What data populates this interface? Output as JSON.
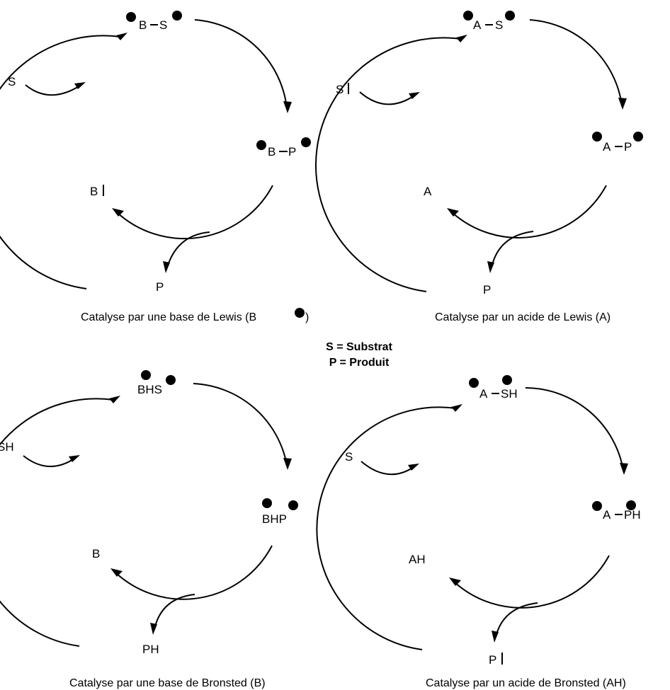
{
  "legend": {
    "substrate": "S = Substrat",
    "product": "P = Produit"
  },
  "cycles": {
    "lewis_base": {
      "complex_top": [
        "B",
        "S"
      ],
      "complex_right": [
        "B",
        "P"
      ],
      "catalyst": "B",
      "substrate": "S",
      "product": "P",
      "caption": "Catalyse par une base de Lewis (B",
      "caption_end": ")"
    },
    "lewis_acid": {
      "complex_top": [
        "A",
        "S"
      ],
      "complex_right": [
        "A",
        "P"
      ],
      "catalyst": "A",
      "substrate": "S",
      "product": "P",
      "caption": "Catalyse par un acide de Lewis (A)"
    },
    "bronsted_base": {
      "complex_top": "BHS",
      "complex_right": "BHP",
      "catalyst": "B",
      "substrate": "SH",
      "product": "PH",
      "caption": "Catalyse par une base de Bronsted (B)"
    },
    "bronsted_acid": {
      "complex_top": [
        "A",
        "SH"
      ],
      "complex_right": [
        "A",
        "PH"
      ],
      "catalyst": "AH",
      "substrate": "S",
      "product": "P",
      "caption": "Catalyse par un acide de Bronsted (AH)"
    }
  }
}
